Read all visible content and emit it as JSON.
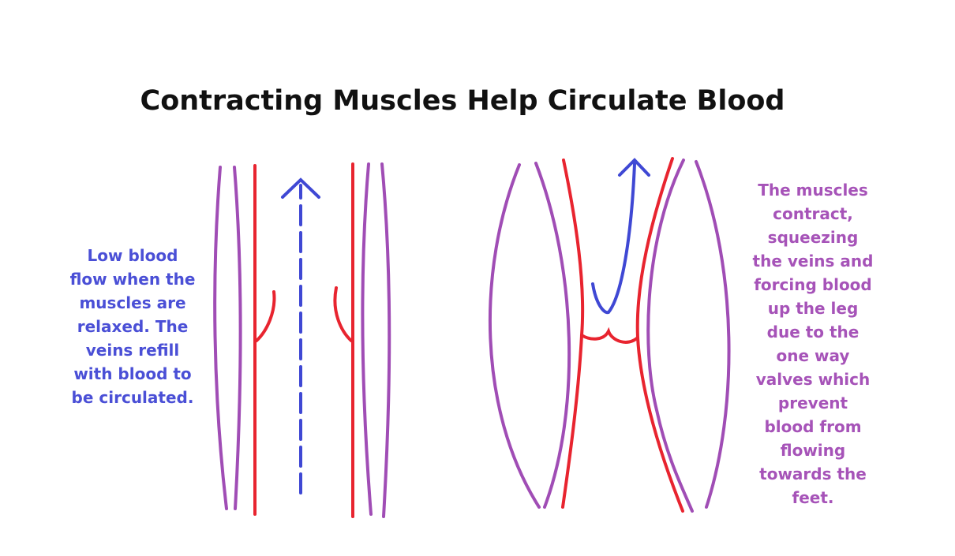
{
  "title": "Contracting Muscles Help Circulate Blood",
  "captions": {
    "relaxed": "Low blood\nflow when the\nmuscles are\nrelaxed. The\nveins refill\nwith blood to\nbe circulated.",
    "contracted": "The muscles\ncontract,\nsqueezing\nthe veins and\nforcing blood\nup the leg\ndue to the\none way\nvalves which\nprevent\nblood from\nflowing\ntowards the\nfeet."
  },
  "colors": {
    "muscle": "#a04db5",
    "vein": "#e8242f",
    "flow_arrow": "#3f48d4",
    "relaxed_text": "#4a4fd6",
    "contracted_text": "#a653b8",
    "title": "#111111"
  },
  "icons": {
    "relaxed_flow": "dashed-up-arrow-icon",
    "contracted_flow": "curved-up-arrow-icon"
  }
}
